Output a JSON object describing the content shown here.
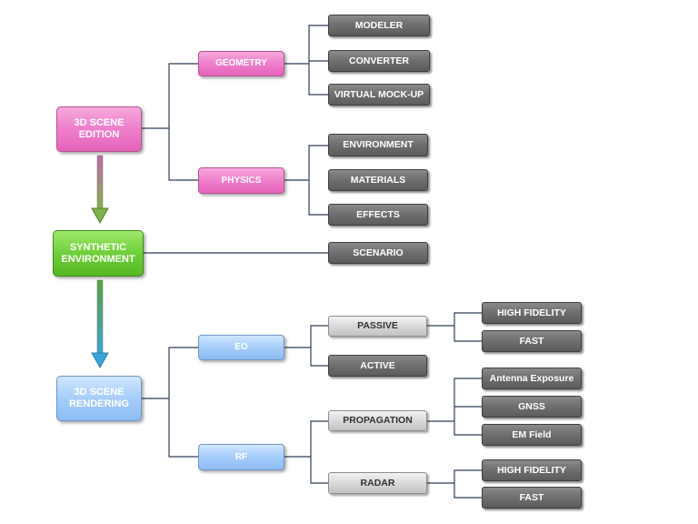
{
  "colors": {
    "pink": "#ee7fcb",
    "green": "#6fcf3a",
    "blue": "#a6cdfa",
    "gray": "#707070",
    "light_gray": "#d9d9d9",
    "connector": "#2f3f5a"
  },
  "main_nodes": {
    "scene_edition": "3D SCENE EDITION",
    "synthetic_environment": "SYNTHETIC ENVIRONMENT",
    "scene_rendering": "3D SCENE RENDERING"
  },
  "edition": {
    "geometry": {
      "label": "GEOMETRY",
      "children": [
        "MODELER",
        "CONVERTER",
        "VIRTUAL MOCK-UP"
      ]
    },
    "physics": {
      "label": "PHYSICS",
      "children": [
        "ENVIRONMENT",
        "MATERIALS",
        "EFFECTS"
      ]
    }
  },
  "environment": {
    "scenario": "SCENARIO"
  },
  "rendering": {
    "eo": {
      "label": "EO",
      "passive": {
        "label": "PASSIVE",
        "children": [
          "HIGH FIDELITY",
          "FAST"
        ]
      },
      "active": "ACTIVE"
    },
    "rf": {
      "label": "RF",
      "propagation": {
        "label": "PROPAGATION",
        "children": [
          "Antenna Exposure",
          "GNSS",
          "EM Field"
        ]
      },
      "radar": {
        "label": "RADAR",
        "children": [
          "HIGH FIDELITY",
          "FAST"
        ]
      }
    }
  }
}
